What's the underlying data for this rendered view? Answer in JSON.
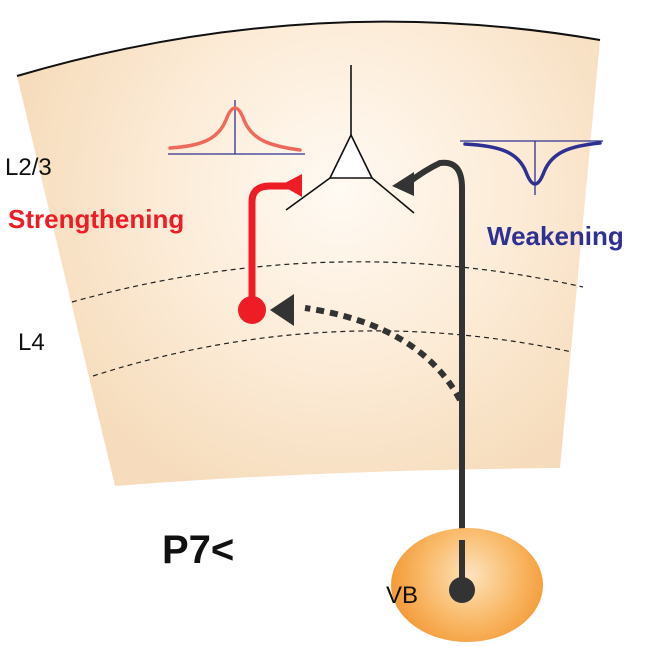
{
  "layers": {
    "upper": "L2/3",
    "middle": "L4"
  },
  "annotations": {
    "strengthening": "Strengthening",
    "weakening": "Weakening",
    "age": "P7<",
    "thalamus": "VB"
  },
  "colors": {
    "cortex_edge": "#f6dcbc",
    "cortex_center": "#fffaf3",
    "strengthening": "#ee1c25",
    "strengthening_curve": "#f06a5b",
    "weakening": "#2e3192",
    "axon": "#333333",
    "vb_nucleus": "#f7a84a",
    "vb_nucleus_center": "#fcd9a6"
  },
  "icons": {
    "pyramidal_neuron": "triangle-neuron-icon",
    "potentiation_curve": "peak-curve-icon",
    "depression_curve": "trough-curve-icon"
  }
}
